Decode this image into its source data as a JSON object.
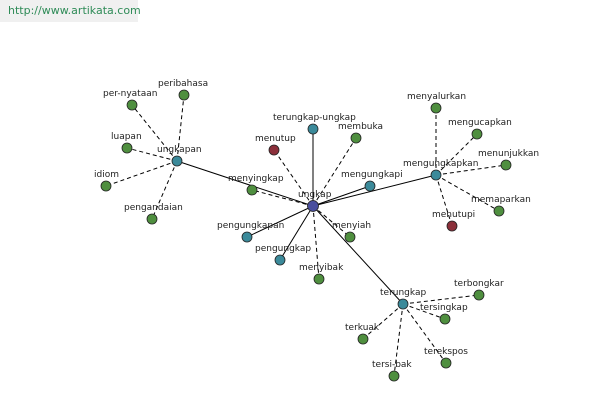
{
  "source_url": "http://www.artikata.com",
  "colors": {
    "center": "#4a4f9e",
    "hub": "#3b8a9a",
    "leaf": "#4f8f3f",
    "highlight": "#8b2f3a"
  },
  "nodes": [
    {
      "id": "ungkap",
      "label": "ungkap",
      "kind": "center"
    },
    {
      "id": "ungkapan",
      "label": "ungkapan",
      "kind": "hub"
    },
    {
      "id": "mengungkapkan",
      "label": "mengungkapkan",
      "kind": "hub"
    },
    {
      "id": "terungkap",
      "label": "terungkap",
      "kind": "hub"
    },
    {
      "id": "terungkap-ungkap",
      "label": "terungkap-ungkap",
      "kind": "hub"
    },
    {
      "id": "mengungkapi",
      "label": "mengungkapi",
      "kind": "hub"
    },
    {
      "id": "pengungkapan",
      "label": "pengungkapan",
      "kind": "hub"
    },
    {
      "id": "pengungkap",
      "label": "pengungkap",
      "kind": "hub"
    },
    {
      "id": "menutup",
      "label": "menutup",
      "kind": "highlight"
    },
    {
      "id": "membuka",
      "label": "membuka",
      "kind": "leaf"
    },
    {
      "id": "menyingkap",
      "label": "menyingkap",
      "kind": "leaf"
    },
    {
      "id": "menyiah",
      "label": "menyiah",
      "kind": "leaf"
    },
    {
      "id": "menyibak",
      "label": "menyibak",
      "kind": "leaf"
    },
    {
      "id": "per-nyataan",
      "label": "per-nyataan",
      "kind": "leaf"
    },
    {
      "id": "peribahasa",
      "label": "peribahasa",
      "kind": "leaf"
    },
    {
      "id": "luapan",
      "label": "luapan",
      "kind": "leaf"
    },
    {
      "id": "idiom",
      "label": "idiom",
      "kind": "leaf"
    },
    {
      "id": "pengandaian",
      "label": "pengandaian",
      "kind": "leaf"
    },
    {
      "id": "menyalurkan",
      "label": "menyalurkan",
      "kind": "leaf"
    },
    {
      "id": "mengucapkan",
      "label": "mengucapkan",
      "kind": "leaf"
    },
    {
      "id": "menunjukkan",
      "label": "menunjukkan",
      "kind": "leaf"
    },
    {
      "id": "memaparkan",
      "label": "memaparkan",
      "kind": "leaf"
    },
    {
      "id": "menutupi",
      "label": "menutupi",
      "kind": "highlight"
    },
    {
      "id": "terbongkar",
      "label": "terbongkar",
      "kind": "leaf"
    },
    {
      "id": "tersingkap",
      "label": "tersingkap",
      "kind": "leaf"
    },
    {
      "id": "terkuak",
      "label": "terkuak",
      "kind": "leaf"
    },
    {
      "id": "tersi-bak",
      "label": "tersi-bak",
      "kind": "leaf"
    },
    {
      "id": "terekspos",
      "label": "terekspos",
      "kind": "leaf"
    }
  ],
  "edges": [
    {
      "from": "ungkap",
      "to": "ungkapan",
      "style": "solid"
    },
    {
      "from": "ungkap",
      "to": "mengungkapkan",
      "style": "solid"
    },
    {
      "from": "ungkap",
      "to": "terungkap",
      "style": "solid"
    },
    {
      "from": "ungkap",
      "to": "terungkap-ungkap",
      "style": "solid"
    },
    {
      "from": "ungkap",
      "to": "mengungkapi",
      "style": "solid"
    },
    {
      "from": "ungkap",
      "to": "pengungkapan",
      "style": "solid"
    },
    {
      "from": "ungkap",
      "to": "pengungkap",
      "style": "solid"
    },
    {
      "from": "ungkap",
      "to": "menutup",
      "style": "dashed"
    },
    {
      "from": "ungkap",
      "to": "membuka",
      "style": "dashed"
    },
    {
      "from": "ungkap",
      "to": "menyingkap",
      "style": "dashed"
    },
    {
      "from": "ungkap",
      "to": "menyiah",
      "style": "dashed"
    },
    {
      "from": "ungkap",
      "to": "menyibak",
      "style": "dashed"
    },
    {
      "from": "ungkapan",
      "to": "per-nyataan",
      "style": "dashed"
    },
    {
      "from": "ungkapan",
      "to": "peribahasa",
      "style": "dashed"
    },
    {
      "from": "ungkapan",
      "to": "luapan",
      "style": "dashed"
    },
    {
      "from": "ungkapan",
      "to": "idiom",
      "style": "dashed"
    },
    {
      "from": "ungkapan",
      "to": "pengandaian",
      "style": "dashed"
    },
    {
      "from": "mengungkapkan",
      "to": "menyalurkan",
      "style": "dashed"
    },
    {
      "from": "mengungkapkan",
      "to": "mengucapkan",
      "style": "dashed"
    },
    {
      "from": "mengungkapkan",
      "to": "menunjukkan",
      "style": "dashed"
    },
    {
      "from": "mengungkapkan",
      "to": "memaparkan",
      "style": "dashed"
    },
    {
      "from": "mengungkapkan",
      "to": "menutupi",
      "style": "dashed"
    },
    {
      "from": "terungkap",
      "to": "terbongkar",
      "style": "dashed"
    },
    {
      "from": "terungkap",
      "to": "tersingkap",
      "style": "dashed"
    },
    {
      "from": "terungkap",
      "to": "terkuak",
      "style": "dashed"
    },
    {
      "from": "terungkap",
      "to": "tersi-bak",
      "style": "dashed"
    },
    {
      "from": "terungkap",
      "to": "terekspos",
      "style": "dashed"
    }
  ]
}
